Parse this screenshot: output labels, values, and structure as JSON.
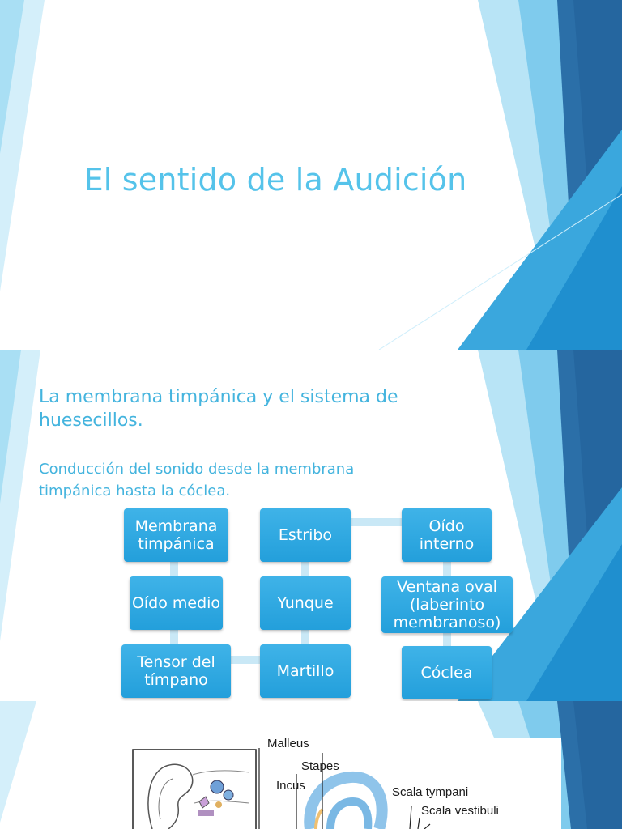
{
  "slide1": {
    "title": "El sentido de la Audición"
  },
  "slide2": {
    "heading": "La membrana timpánica y el sistema de huesecillos.",
    "subheading": "Conducción  del sonido desde la membrana timpánica hasta la cóclea.",
    "boxes": {
      "membrana": "Membrana timpánica",
      "oido_medio": "Oído medio",
      "tensor": "Tensor del tímpano",
      "estribo": "Estribo",
      "yunque": "Yunque",
      "martillo": "Martillo",
      "oido_interno": "Oído interno",
      "ventana": "Ventana oval (laberinto membranoso)",
      "coclea": "Cóclea"
    }
  },
  "slide3": {
    "labels": {
      "malleus": "Malleus",
      "stapes": "Stapes",
      "incus": "Incus",
      "scala_tympani": "Scala tympani",
      "scala_vestibuli": "Scala vestibuli"
    }
  },
  "colors": {
    "title": "#55c3ea",
    "text": "#44b4de",
    "box": "#2aa6df",
    "dark_band": "#2b6fa8",
    "light_band": "#bfe6f7"
  }
}
